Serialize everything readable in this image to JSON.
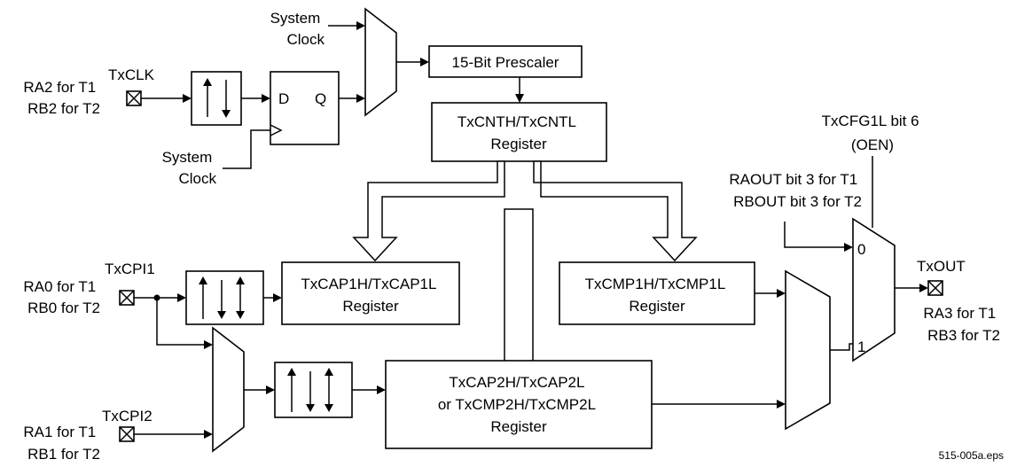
{
  "labels": {
    "sys_clock_top": [
      "System",
      "Clock"
    ],
    "sys_clock_bottom": [
      "System",
      "Clock"
    ],
    "txclk": "TxCLK",
    "ra2_rb2": [
      "RA2 for T1",
      "RB2 for T2"
    ],
    "ff_d": "D",
    "ff_q": "Q",
    "prescaler": "15-Bit Prescaler",
    "counter": [
      "TxCNTH/TxCNTL",
      "Register"
    ],
    "txcpi1": "TxCPI1",
    "ra0_rb0": [
      "RA0 for T1",
      "RB0 for T2"
    ],
    "txcpi2": "TxCPI2",
    "ra1_rb1": [
      "RA1 for T1",
      "RB1 for T2"
    ],
    "cap1": [
      "TxCAP1H/TxCAP1L",
      "Register"
    ],
    "cmp1": [
      "TxCMP1H/TxCMP1L",
      "Register"
    ],
    "cap2": [
      "TxCAP2H/TxCAP2L",
      "or TxCMP2H/TxCMP2L",
      "Register"
    ],
    "txcfg": [
      "TxCFG1L bit 6",
      "(OEN)"
    ],
    "raout_rbout": [
      "RAOUT bit 3 for T1",
      "RBOUT bit 3 for T2"
    ],
    "mux_in0": "0",
    "mux_in1": "1",
    "txout": "TxOUT",
    "ra3_rb3": [
      "RA3 for T1",
      "RB3 for T2"
    ],
    "file_name": "515-005a.eps"
  }
}
